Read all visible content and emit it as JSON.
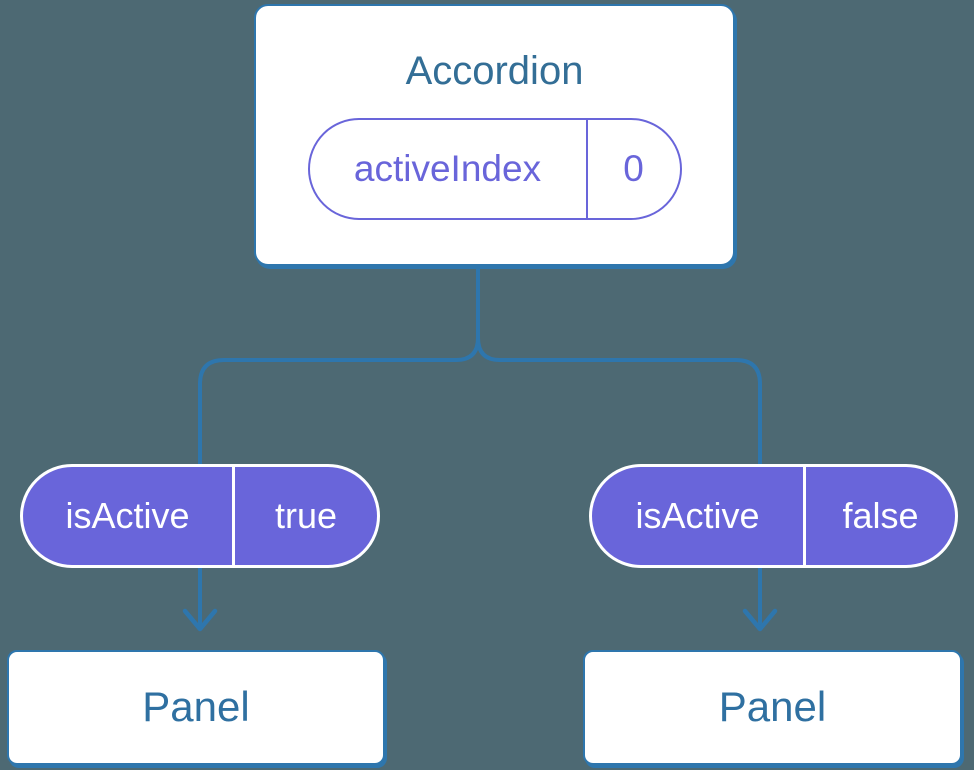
{
  "diagram": {
    "root": {
      "label": "Accordion",
      "state": {
        "name": "activeIndex",
        "value": "0"
      }
    },
    "branches": [
      {
        "prop_name": "isActive",
        "prop_value": "true",
        "child_label": "Panel"
      },
      {
        "prop_name": "isActive",
        "prop_value": "false",
        "child_label": "Panel"
      }
    ],
    "colors": {
      "background": "#4d6973",
      "connector": "#2e76ad",
      "node_border": "#2e76ad",
      "node_title_text": "#336e96",
      "panel_text": "#2f70a1",
      "prop_pill_fill": "#6965da",
      "prop_pill_text": "#ffffff",
      "state_pill_outline": "#6965da",
      "node_background": "#ffffff"
    }
  }
}
